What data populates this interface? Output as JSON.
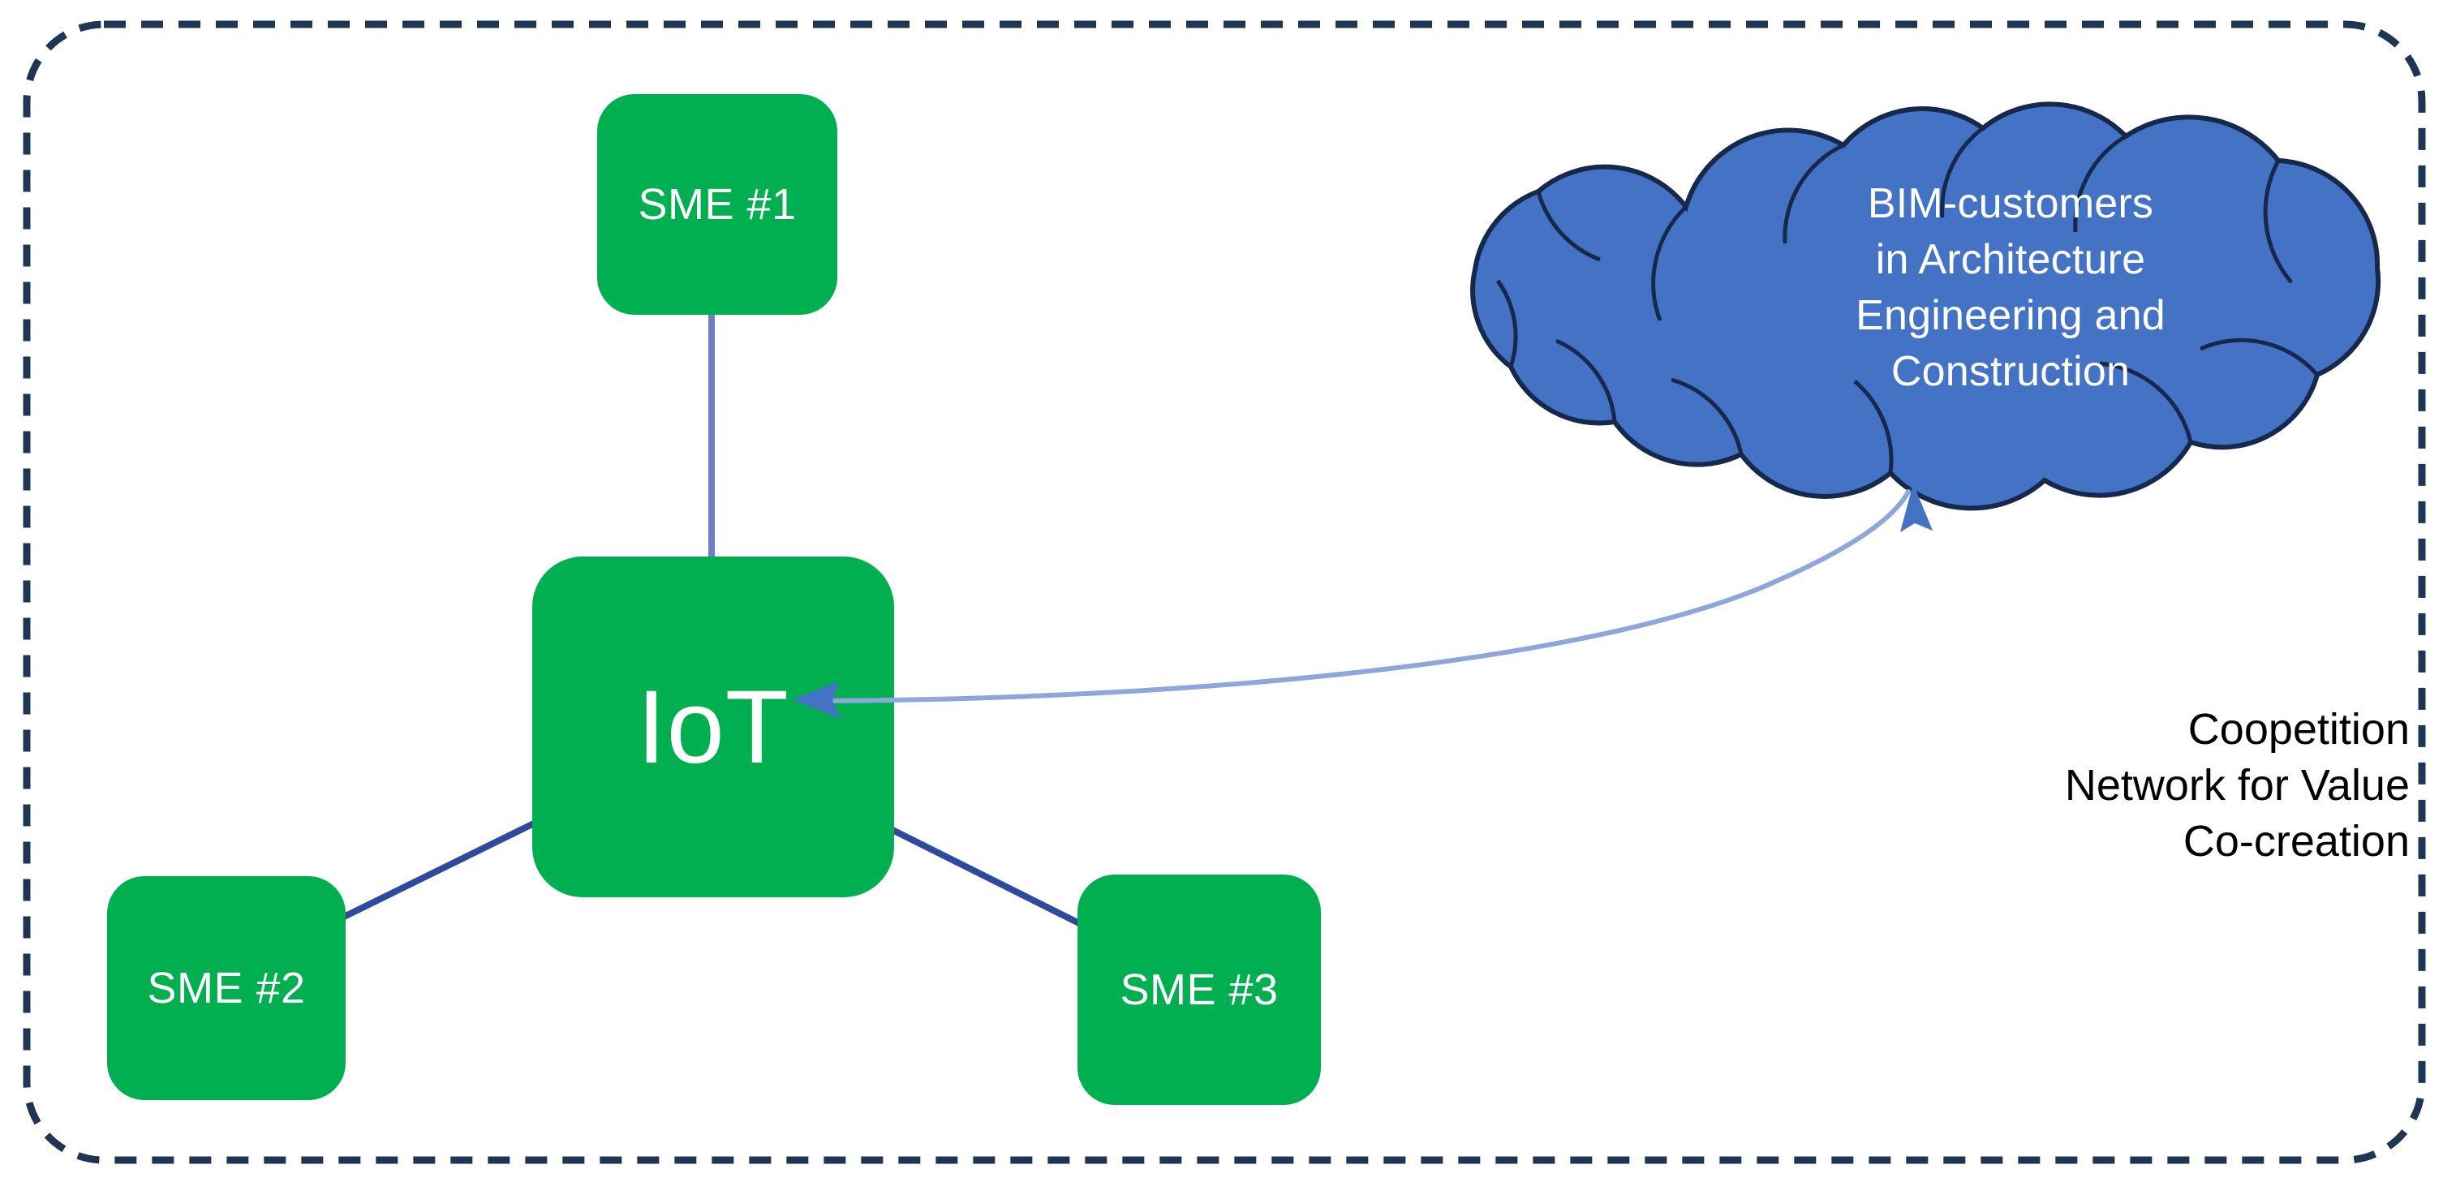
{
  "diagram": {
    "title": "Coopetition Network for Value Co-creation",
    "boundary": {
      "name": "coopetition-network-boundary",
      "style": "dashed-rounded-rectangle",
      "color": "#1F3555"
    },
    "caption": {
      "text": "Coopetition\nNetwork for Value\nCo-creation",
      "lines": [
        "Coopetition",
        "Network for Value",
        "Co-creation"
      ],
      "color": "#000000"
    },
    "nodes": [
      {
        "id": "sme-1",
        "label": "SME #1",
        "shape": "rounded-rectangle",
        "fill": "#00B050",
        "text_color": "#FFFFFF"
      },
      {
        "id": "iot-hub",
        "label": "IoT",
        "shape": "rounded-rectangle",
        "fill": "#00B050",
        "text_color": "#FFFFFF"
      },
      {
        "id": "sme-2",
        "label": "SME #2",
        "shape": "rounded-rectangle",
        "fill": "#00B050",
        "text_color": "#FFFFFF"
      },
      {
        "id": "sme-3",
        "label": "SME #3",
        "shape": "rounded-rectangle",
        "fill": "#00B050",
        "text_color": "#FFFFFF"
      },
      {
        "id": "bim-customers-cloud",
        "label": "BIM-customers\nin Architecture\nEngineering and\nConstruction",
        "lines": [
          "BIM-customers",
          "in Architecture",
          "Engineering and",
          "Construction"
        ],
        "shape": "cloud",
        "fill": "#4472C4",
        "stroke": "#16284B",
        "text_color": "#FFFFFF"
      }
    ],
    "connectors": [
      {
        "id": "sme1-to-iot",
        "from": "sme-1",
        "to": "iot-hub",
        "style": "plain-line",
        "color": "#6B7FC7"
      },
      {
        "id": "sme2-to-iot",
        "from": "sme-2",
        "to": "iot-hub",
        "style": "plain-line",
        "color": "#2E4A9E"
      },
      {
        "id": "sme3-to-iot",
        "from": "sme-3",
        "to": "iot-hub",
        "style": "plain-line",
        "color": "#2E4A9E"
      },
      {
        "id": "iot-to-bim-customers",
        "from": "iot-hub",
        "to": "bim-customers-cloud",
        "style": "curved-double-arrow",
        "color": "#6F8DD0"
      }
    ],
    "colors": {
      "node_green": "#00B050",
      "cloud_blue": "#4472C4",
      "cloud_outline": "#16284B",
      "boundary_navy": "#1F3555",
      "connector_blue": "#2E4A9E",
      "arrow_blue": "#4472C4",
      "background": "#FFFFFF"
    }
  }
}
